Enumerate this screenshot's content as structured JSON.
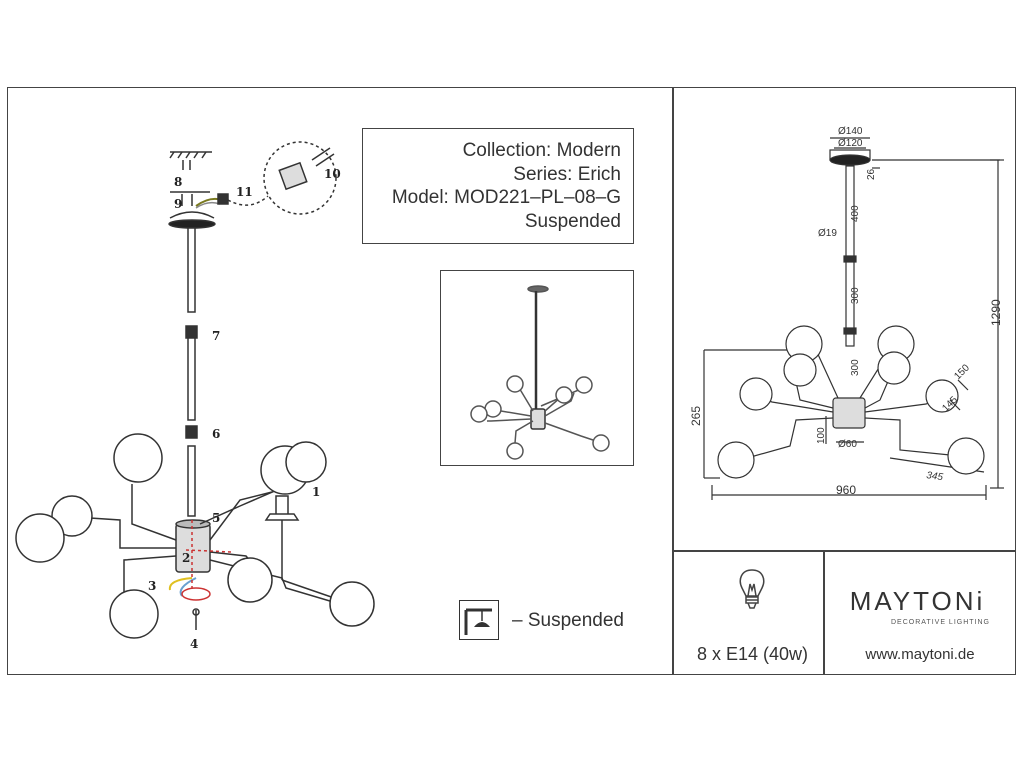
{
  "info": {
    "collection": "Collection: Modern",
    "series": "Series: Erich",
    "model": "Model: MOD221–PL–08–G",
    "type": "Suspended"
  },
  "legend": {
    "label": "– Suspended"
  },
  "power": {
    "spec": "8 x E14 (40w)"
  },
  "brand": {
    "name": "MAYTONi",
    "tagline": "DECORATIVE LIGHTING",
    "website": "www.maytoni.de"
  },
  "assembly": {
    "callouts": [
      "1",
      "2",
      "3",
      "4",
      "5",
      "6",
      "7",
      "8",
      "9",
      "10",
      "11"
    ]
  },
  "dimensions": {
    "canopy_outer": "Ø140",
    "canopy_inner": "Ø120",
    "canopy_height": "26",
    "rod_diameter": "Ø19",
    "rod_1": "400",
    "rod_2": "300",
    "rod_3": "300",
    "total_height": "1290",
    "arm_height": "265",
    "body_height": "100",
    "body_diameter": "Ø60",
    "shade": "150",
    "shade_2": "145",
    "arm_length": "345",
    "total_width": "960"
  },
  "colors": {
    "line": "#444444",
    "text": "#333333"
  }
}
